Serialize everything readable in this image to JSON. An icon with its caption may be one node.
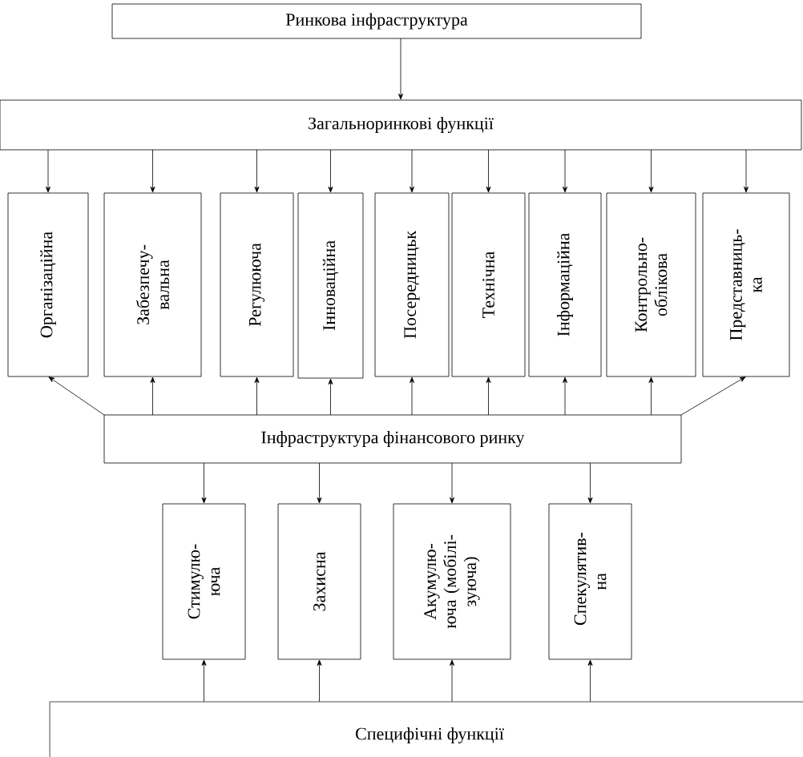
{
  "diagram": {
    "nodes": [
      {
        "text": [
          "Ринкова інфраструктура"
        ]
      },
      {
        "text": [
          "Загальноринкові функції"
        ]
      },
      {
        "text": [
          "Організаційна"
        ]
      },
      {
        "text": [
          "Забезпечу- вальна"
        ]
      },
      {
        "text": [
          "Регулююча"
        ]
      },
      {
        "text": [
          "Інноваційна"
        ]
      },
      {
        "text": [
          "Посередницьк"
        ]
      },
      {
        "text": [
          "Технічна"
        ]
      },
      {
        "text": [
          "Інформаційна"
        ]
      },
      {
        "text": [
          "Контрольно- облікова"
        ]
      },
      {
        "text": [
          "Представниць- ка"
        ]
      },
      {
        "text": [
          "Інфраструктура фінансового ринку"
        ]
      },
      {
        "text": [
          "Стимулю- юча"
        ]
      },
      {
        "text": [
          "Захисна"
        ]
      },
      {
        "text": [
          "Акумулю- юча (мобілі- зуюча)"
        ]
      },
      {
        "text": [
          "Спекулятив- на"
        ]
      },
      {
        "text": [
          "Специфічні функції"
        ]
      }
    ],
    "edges": [
      {
        "from": 0,
        "to": 1,
        "arrow": "to"
      },
      {
        "from": 1,
        "to": 2,
        "arrow": "to"
      },
      {
        "from": 1,
        "to": 3,
        "arrow": "to"
      },
      {
        "from": 1,
        "to": 4,
        "arrow": "to"
      },
      {
        "from": 1,
        "to": 5,
        "arrow": "to"
      },
      {
        "from": 1,
        "to": 6,
        "arrow": "to"
      },
      {
        "from": 1,
        "to": 7,
        "arrow": "to"
      },
      {
        "from": 1,
        "to": 8,
        "arrow": "to"
      },
      {
        "from": 1,
        "to": 9,
        "arrow": "to"
      },
      {
        "from": 1,
        "to": 10,
        "arrow": "to"
      },
      {
        "from": 11,
        "to": 2,
        "arrow": "to"
      },
      {
        "from": 11,
        "to": 3,
        "arrow": "to"
      },
      {
        "from": 11,
        "to": 4,
        "arrow": "to"
      },
      {
        "from": 11,
        "to": 5,
        "arrow": "to"
      },
      {
        "from": 11,
        "to": 6,
        "arrow": "to"
      },
      {
        "from": 11,
        "to": 7,
        "arrow": "to"
      },
      {
        "from": 11,
        "to": 8,
        "arrow": "to"
      },
      {
        "from": 11,
        "to": 9,
        "arrow": "to"
      },
      {
        "from": 11,
        "to": 10,
        "arrow": "to"
      },
      {
        "from": 11,
        "to": 12,
        "arrow": "to"
      },
      {
        "from": 11,
        "to": 13,
        "arrow": "to"
      },
      {
        "from": 11,
        "to": 14,
        "arrow": "to"
      },
      {
        "from": 11,
        "to": 15,
        "arrow": "to"
      },
      {
        "from": 16,
        "to": 12,
        "arrow": "to"
      },
      {
        "from": 16,
        "to": 13,
        "arrow": "to"
      },
      {
        "from": 16,
        "to": 14,
        "arrow": "to"
      },
      {
        "from": 16,
        "to": 15,
        "arrow": "to"
      }
    ]
  }
}
